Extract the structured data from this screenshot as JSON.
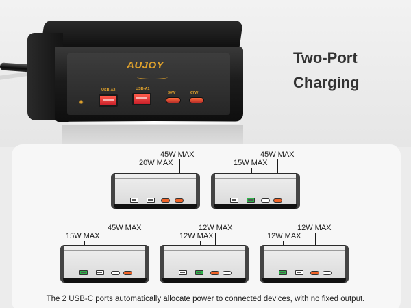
{
  "product": {
    "brand": "AUJOY",
    "port_labels": [
      "USB-A2",
      "USB-A1",
      "30W",
      "67W"
    ]
  },
  "headline": {
    "line1": "Two-Port",
    "line2": "Charging"
  },
  "combinations": [
    {
      "labels": [
        "45W MAX",
        "20W MAX"
      ],
      "active_ports": [
        "USB-C1",
        "USB-C2"
      ]
    },
    {
      "labels": [
        "45W MAX",
        "15W MAX"
      ],
      "active_ports": [
        "USB-A1",
        "USB-C2"
      ]
    },
    {
      "labels": [
        "15W MAX",
        "45W MAX"
      ],
      "active_ports": [
        "USB-A2",
        "USB-C1"
      ]
    },
    {
      "labels": [
        "12W MAX",
        "12W MAX"
      ],
      "active_ports": [
        "USB-A1",
        "USB-C1"
      ]
    },
    {
      "labels": [
        "12W MAX",
        "12W MAX"
      ],
      "active_ports": [
        "USB-A2",
        "USB-C1"
      ]
    }
  ],
  "caption": "The 2 USB-C ports automatically allocate power to connected devices, with no fixed output.",
  "colors": {
    "usb_a_active": "#2fb34a",
    "usb_c_active": "#f06428",
    "accent_gold": "#e0a22c"
  },
  "icons": [
    "power-indicator-icon"
  ]
}
